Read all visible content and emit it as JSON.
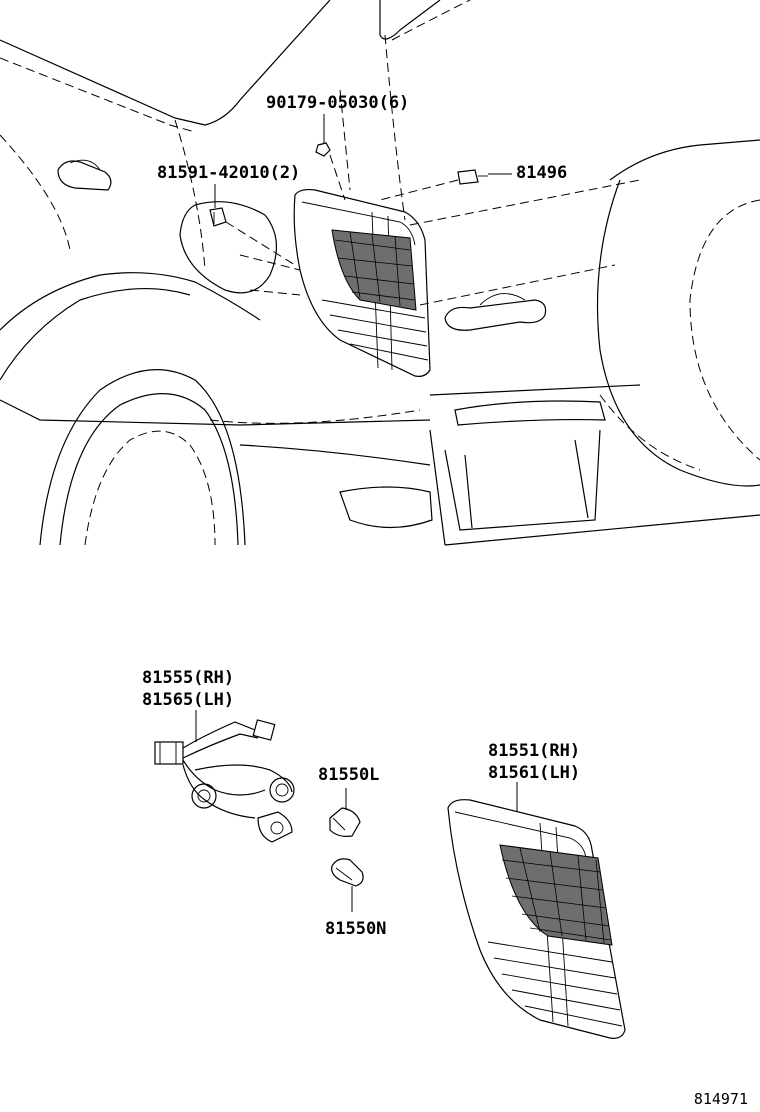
{
  "diagram": {
    "labels": {
      "screw": "90179-05030(6)",
      "clip_left": "81591-42010(2)",
      "clip_right": "81496",
      "socket_rh": "81555(RH)",
      "socket_lh": "81565(LH)",
      "bulb_l": "81550L",
      "bulb_n": "81550N",
      "lamp_rh": "81551(RH)",
      "lamp_lh": "81561(LH)"
    },
    "figure_number": "814971"
  }
}
